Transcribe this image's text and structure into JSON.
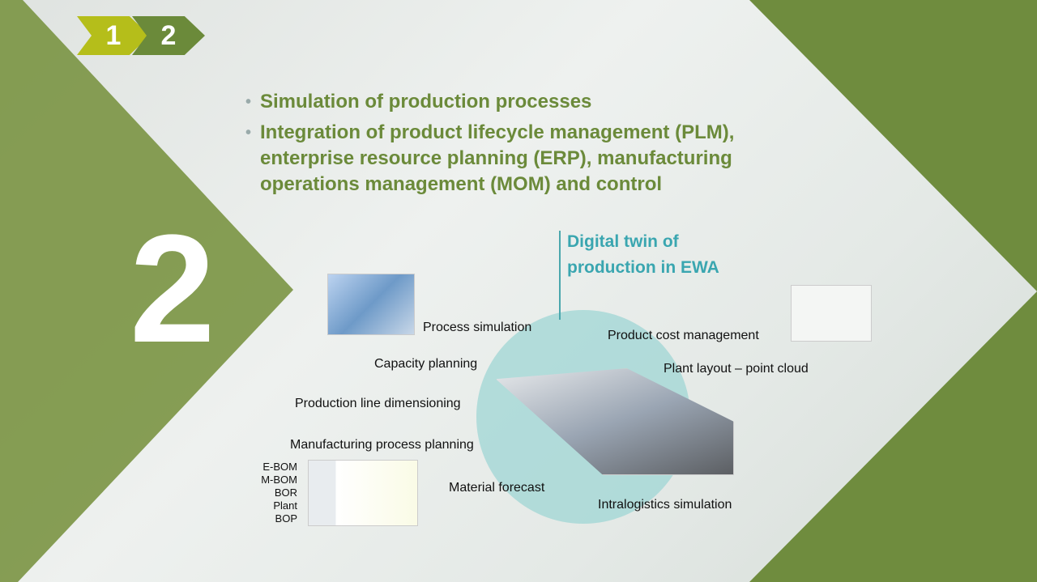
{
  "steps": [
    "1",
    "2"
  ],
  "bullets": [
    "Simulation of production processes",
    "Integration of product lifecycle management (PLM), enterprise resource planning (ERP), manufacturing operations management (MOM) and control"
  ],
  "section_number": "2",
  "digital_twin": {
    "line1": "Digital twin of",
    "line2": "production in EWA"
  },
  "labels": {
    "process_simulation": "Process simulation",
    "product_cost_management": "Product cost management",
    "capacity_planning": "Capacity planning",
    "plant_layout": "Plant layout – point cloud",
    "production_line_dimensioning": "Production line dimensioning",
    "manufacturing_process_planning": "Manufacturing process planning",
    "material_forecast": "Material forecast",
    "intralogistics_simulation": "Intralogistics simulation"
  },
  "bom_list": [
    "E-BOM",
    "M-BOM",
    "BOR",
    "Plant",
    "BOP"
  ],
  "colors": {
    "green": "#6b8a3a",
    "lime": "#b5be1a",
    "teal": "#3aa6b0"
  }
}
